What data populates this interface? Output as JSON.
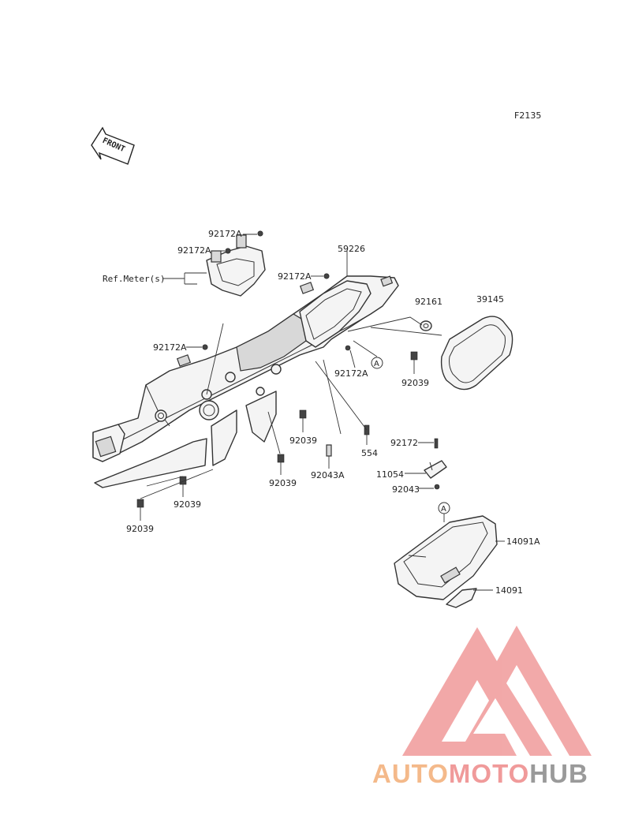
{
  "figure_code": "F2135",
  "front_label": "FRONT",
  "reference_label": "Ref.Meter(s)",
  "callouts": {
    "c_92172A_top": "92172A",
    "c_92172A_second": "92172A",
    "c_92172A_mid": "92172A",
    "c_92172A_left": "92172A",
    "c_92172A_lower": "92172A",
    "c_59226": "59226",
    "c_92161": "92161",
    "c_39145": "39145",
    "c_92039_right": "92039",
    "c_92039_center": "92039",
    "c_92039_lower": "92039",
    "c_92039_left": "92039",
    "c_92039_bottom": "92039",
    "c_92043A": "92043A",
    "c_554": "554",
    "c_92172": "92172",
    "c_11054": "11054",
    "c_92043": "92043",
    "c_14091A": "14091A",
    "c_14091": "14091"
  },
  "markers": {
    "a_upper": "A",
    "a_lower": "A"
  },
  "watermark": {
    "part1": "AUTO",
    "part2": "MOTO",
    "part3": "HUB"
  },
  "colors": {
    "watermark_red": "#f09a9a",
    "watermark_orange": "#f4b98a",
    "watermark_gray": "#9a9a9a"
  }
}
